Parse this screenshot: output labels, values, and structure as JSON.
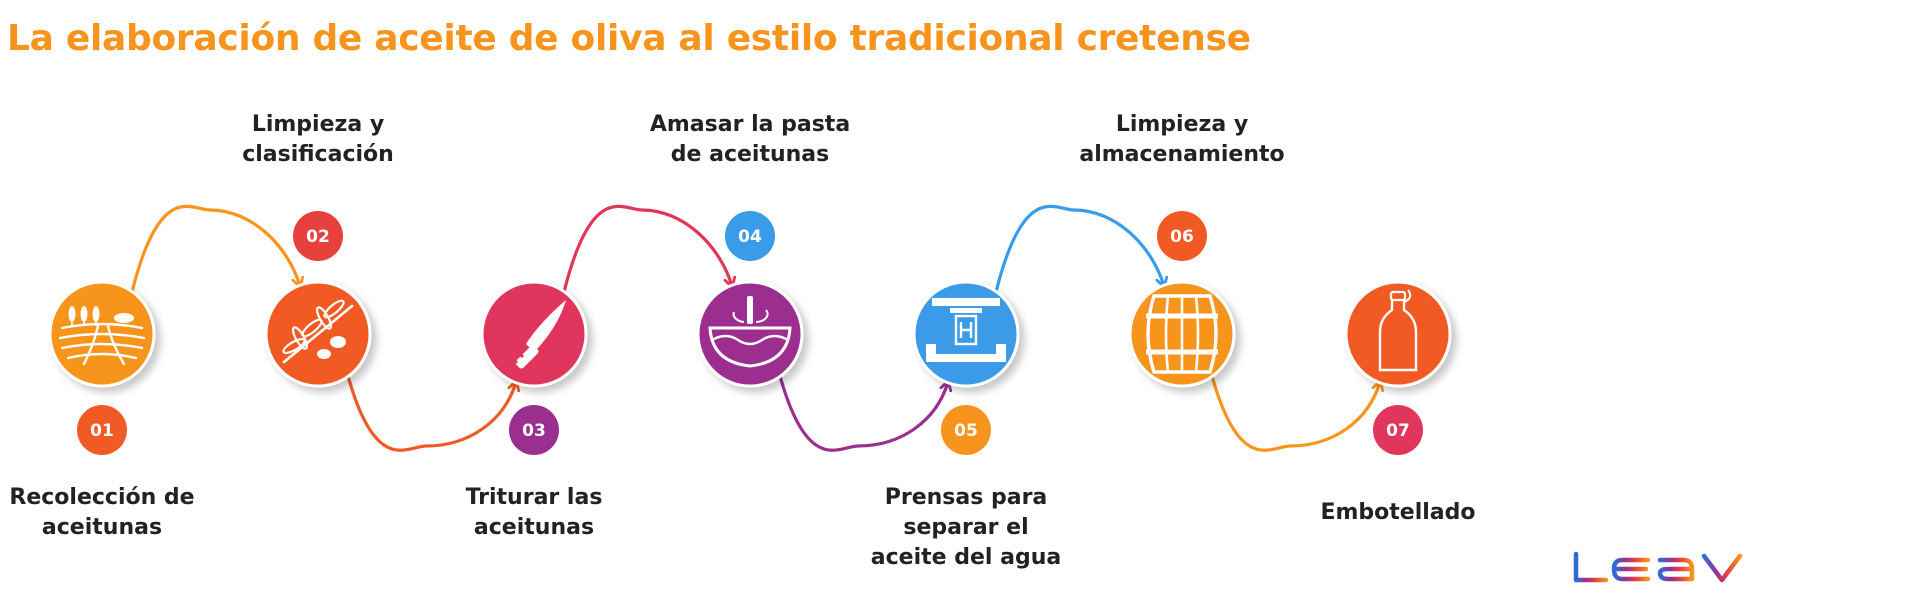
{
  "title": "La elaboración de aceite de oliva al estilo tradicional cretense",
  "brand": "LEAV",
  "steps": [
    {
      "number": "01",
      "label_lines": [
        "Recolección de",
        "aceitunas"
      ],
      "color": "#f7941d",
      "badge_color": "#f15a24",
      "icon": "olive-field-icon"
    },
    {
      "number": "02",
      "label_lines": [
        "Limpieza y",
        "clasificación"
      ],
      "color": "#f15a24",
      "badge_color": "#e8413d",
      "icon": "olive-branch-icon"
    },
    {
      "number": "03",
      "label_lines": [
        "Triturar las",
        "aceitunas"
      ],
      "color": "#e0365c",
      "badge_color": "#9b2f8f",
      "icon": "knife-icon"
    },
    {
      "number": "04",
      "label_lines": [
        "Amasar la pasta",
        "de aceitunas"
      ],
      "color": "#9b2f8f",
      "badge_color": "#3a9be8",
      "icon": "mixing-bowl-icon"
    },
    {
      "number": "05",
      "label_lines": [
        "Prensas para",
        "separar el",
        "aceite del agua"
      ],
      "color": "#3a9be8",
      "badge_color": "#f7941d",
      "icon": "press-icon"
    },
    {
      "number": "06",
      "label_lines": [
        "Limpieza y",
        "almacenamiento"
      ],
      "color": "#f7941d",
      "badge_color": "#f15a24",
      "icon": "barrel-icon"
    },
    {
      "number": "07",
      "label_lines": [
        "Embotellado"
      ],
      "color": "#f15a24",
      "badge_color": "#e0365c",
      "icon": "bottle-icon"
    }
  ],
  "colors": {
    "title": "#f7941d",
    "text": "#222222"
  }
}
